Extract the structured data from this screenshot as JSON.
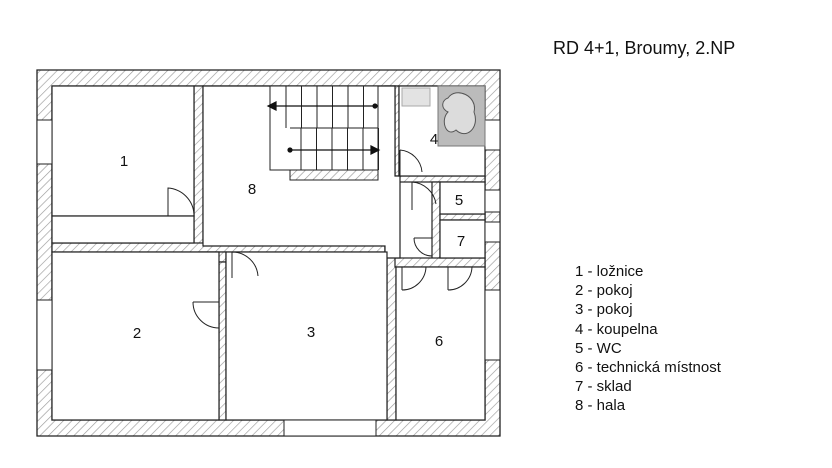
{
  "title": "RD 4+1, Broumy, 2.NP",
  "rooms": [
    {
      "number": "1",
      "name": "ložnice"
    },
    {
      "number": "2",
      "name": "pokoj"
    },
    {
      "number": "3",
      "name": "pokoj"
    },
    {
      "number": "4",
      "name": "koupelna"
    },
    {
      "number": "5",
      "name": "WC"
    },
    {
      "number": "6",
      "name": "technická místnost"
    },
    {
      "number": "7",
      "name": "sklad"
    },
    {
      "number": "8",
      "name": "hala"
    }
  ],
  "legend": [
    "1 - ložnice",
    "2 - pokoj",
    "3 - pokoj",
    "4 - koupelna",
    "5 - WC",
    "6 - technická místnost",
    "7 - sklad",
    "8 - hala"
  ],
  "colors": {
    "wall_hatch": "#9a9a9a",
    "line": "#222222",
    "fixture": "#bbbbbb"
  }
}
